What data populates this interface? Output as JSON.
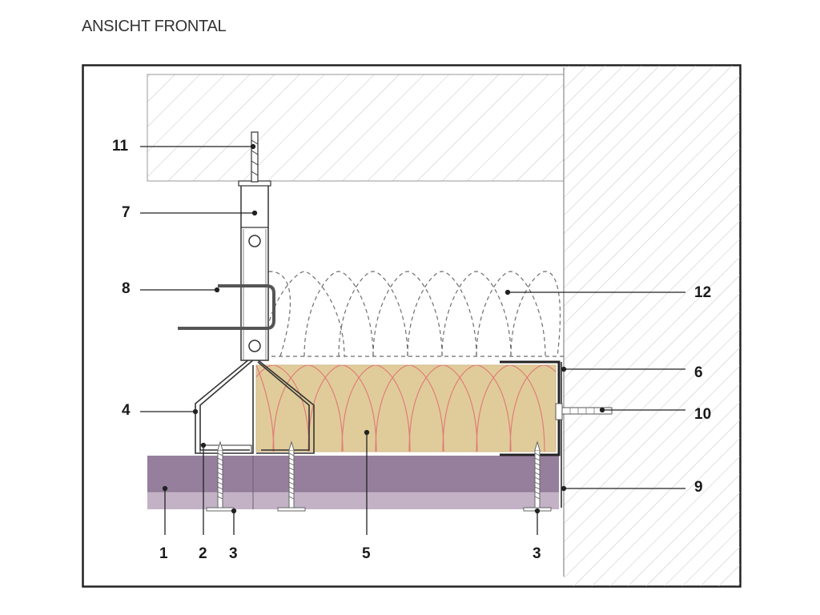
{
  "title": "ANSICHT FRONTAL",
  "colors": {
    "frame": "#222222",
    "insulation_fill": "#e0cc9a",
    "insulation_lines": "#e07c78",
    "board_dark": "#967f9c",
    "board_light": "#c3b2c6",
    "hatch": "#c4c4c4",
    "steel": "#555555"
  },
  "callouts": {
    "n1": "1",
    "n2": "2",
    "n3a": "3",
    "n3b": "3",
    "n4": "4",
    "n5": "5",
    "n6": "6",
    "n7": "7",
    "n8": "8",
    "n9": "9",
    "n10": "10",
    "n11": "11",
    "n12": "12"
  }
}
